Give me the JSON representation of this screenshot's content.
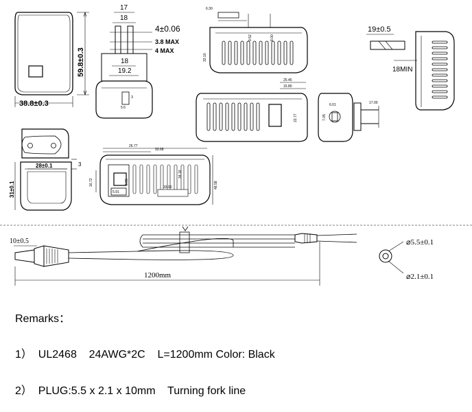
{
  "dimensions": {
    "front_height": "59.8±0.3",
    "front_width": "38.8±0.3",
    "pin_17": "17",
    "pin_18": "18",
    "pin_4": "4±0.06",
    "pin_3_8": "3.8 MAX",
    "pin_4max": "4 MAX",
    "pin_18b": "18",
    "pin_19_2": "19.2",
    "pin_3": "3",
    "pin_5_6": "5.6",
    "us_6_30": "6.30",
    "us_9_52": "9.52",
    "us_8_00": "8.00",
    "us_33_10": "33.10",
    "uk_19": "19±0.5",
    "uk_18min": "18MIN",
    "side_25_45": "25.45",
    "side_15_80": "15.80",
    "side_22_77": "22.77",
    "side_17_00": "17.00",
    "side_6_01": "6.01",
    "side_7_05": "7.05",
    "eu_28": "28±0.1",
    "eu_3": "3",
    "eu_31": "31±0.1",
    "top_26_77": "26.77",
    "top_93_68": "93.68",
    "top_34_16": "34.16",
    "top_33_00": "33.00",
    "top_48_58": "48.58",
    "top_16_72": "16.72",
    "top_8_95": "8.95",
    "top_5_91": "5.91",
    "cable_plug_len": "10±0.5",
    "cable_length": "1200mm",
    "plug_outer": "⌀5.5±0.1",
    "plug_inner": "⌀2.1±0.1"
  },
  "remarks": {
    "title": "Remarks：",
    "line1": "1）  UL2468    24AWG*2C    L=1200mm Color: Black",
    "line2": "2）  PLUG:5.5 x 2.1 x 10mm    Turning fork line"
  }
}
